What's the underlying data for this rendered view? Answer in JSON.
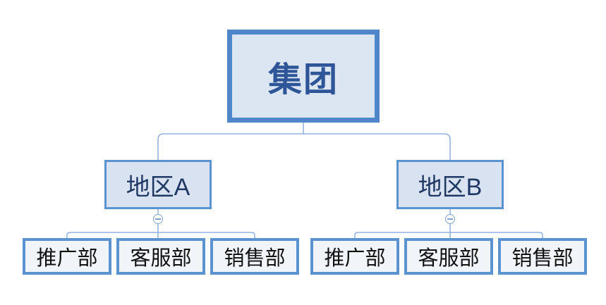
{
  "colors": {
    "background": "#ffffff",
    "root_border": "#4f86c9",
    "root_fill": "#dce5f2",
    "root_text": "#2e5597",
    "node_border": "#5b93d1",
    "region_fill": "#d9e2f0",
    "region_text": "#1f3864",
    "dept_fill": "#f1f4f9",
    "dept_text": "#111111",
    "connector": "#7ea4d8"
  },
  "org_chart": {
    "type": "organization-chart",
    "root": {
      "label": "集团"
    },
    "regions": [
      {
        "label": "地区A",
        "collapse_icon": "minus-circle",
        "departments": [
          {
            "label": "推广部"
          },
          {
            "label": "客服部"
          },
          {
            "label": "销售部"
          }
        ]
      },
      {
        "label": "地区B",
        "collapse_icon": "minus-circle",
        "departments": [
          {
            "label": "推广部"
          },
          {
            "label": "客服部"
          },
          {
            "label": "销售部"
          }
        ]
      }
    ]
  }
}
